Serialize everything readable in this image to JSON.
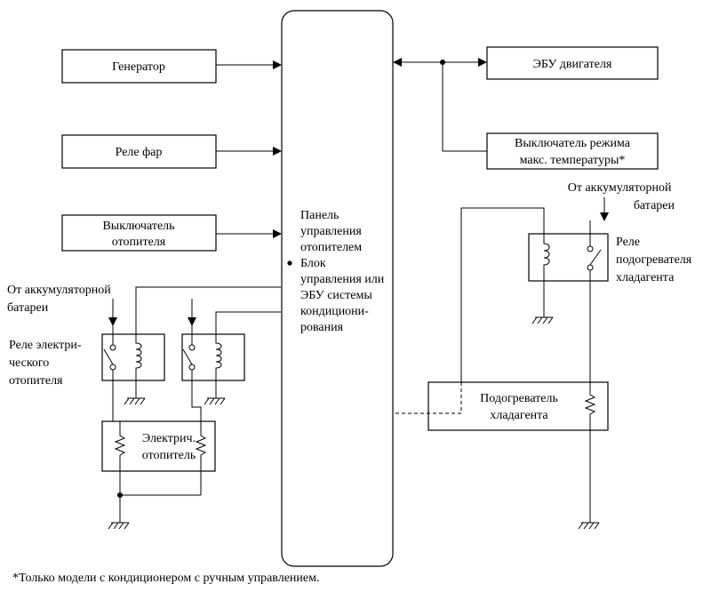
{
  "central_block": {
    "label_lines": [
      "Панель",
      "управления",
      "отопителем",
      "Блок",
      "управления или",
      "ЭБУ системы",
      "кондициони-",
      "рования"
    ]
  },
  "left_inputs": [
    {
      "lines": [
        "Генератор"
      ]
    },
    {
      "lines": [
        "Реле фар"
      ]
    },
    {
      "lines": [
        "Выключатель",
        "отопителя"
      ]
    }
  ],
  "engine_ecu": {
    "lines": [
      "ЭБУ двигателя"
    ]
  },
  "max_temp_switch": {
    "lines": [
      "Выключатель режима",
      "макс. температуры*"
    ]
  },
  "battery_right": {
    "lines": [
      "От аккумуляторной",
      "батареи"
    ]
  },
  "coolant_heater_relay": {
    "lines": [
      "Реле",
      "подогревателя",
      "хладагента"
    ]
  },
  "battery_left": {
    "lines": [
      "От аккумуляторной",
      "батареи"
    ]
  },
  "electric_heater_relay": {
    "lines": [
      "Реле электри-",
      "ческого",
      "отопителя"
    ]
  },
  "electric_heater": {
    "lines": [
      "Электрич.",
      "отопитель"
    ]
  },
  "coolant_heater": {
    "lines": [
      "Подогреватель",
      "хладагента"
    ]
  },
  "footnote": "*Только модели с кондиционером с ручным управлением."
}
